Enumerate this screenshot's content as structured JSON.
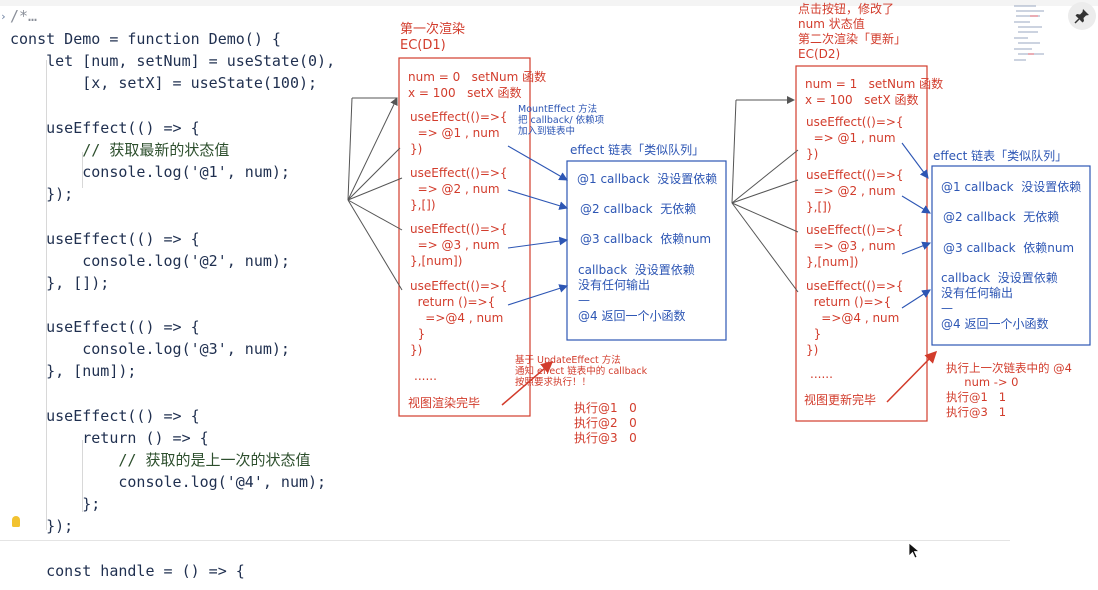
{
  "editor": {
    "fold_marker": "/*…",
    "lines": [
      "/*…",
      "const Demo = function Demo() {",
      "    let [num, setNum] = useState(0),",
      "        [x, setX] = useState(100);",
      "",
      "    useEffect(() => {",
      "        // 获取最新的状态值",
      "        console.log('@1', num);",
      "    });",
      "",
      "    useEffect(() => {",
      "        console.log('@2', num);",
      "    }, []);",
      "",
      "    useEffect(() => {",
      "        console.log('@3', num);",
      "    }, [num]);",
      "",
      "    useEffect(() => {",
      "        return () => {",
      "            // 获取的是上一次的状态值",
      "            console.log('@4', num);",
      "        };",
      "    });",
      "",
      "    const handle = () => {"
    ]
  },
  "left": {
    "title": "第一次渲染",
    "ec": "EC(D1)",
    "state1": "num = 0   setNum 函数",
    "state2": "x = 100   setX 函数",
    "effects": [
      [
        "useEffect(()=>{",
        "  => @1 , num",
        "})"
      ],
      [
        "useEffect(()=>{",
        "  => @2 , num",
        "},[])"
      ],
      [
        "useEffect(()=>{",
        "  => @3 , num",
        "},[num])"
      ],
      [
        "useEffect(()=>{",
        "  return ()=>{",
        "    =>@4 , num",
        "  }",
        "})"
      ]
    ],
    "dots": "......",
    "footer": "视图渲染完毕"
  },
  "mount_note": [
    "MountEffect 方法",
    "把 callback/ 依赖项",
    "加入到链表中"
  ],
  "list1": {
    "title": "effect 链表「类似队列」",
    "items": [
      "@1 callback  没设置依赖",
      "@2 callback  无依赖",
      "@3 callback  依赖num"
    ],
    "item4": [
      "callback  没设置依赖",
      "没有任何输出",
      "—",
      "@4 返回一个小函数"
    ]
  },
  "update_note": [
    "基于 UpdateEffect 方法",
    "通知 effect 链表中的 callback",
    "按照要求执行！！"
  ],
  "exec1": [
    "执行@1   0",
    "执行@2   0",
    "执行@3   0"
  ],
  "right": {
    "header": [
      "点击按钮，修改了",
      "num 状态值",
      "第二次渲染「更新」",
      "EC(D2)"
    ],
    "state1": "num = 1   setNum 函数",
    "state2": "x = 100   setX 函数",
    "effects": [
      [
        "useEffect(()=>{",
        "  => @1 , num",
        "})"
      ],
      [
        "useEffect(()=>{",
        "  => @2 , num",
        "},[])"
      ],
      [
        "useEffect(()=>{",
        "  => @3 , num",
        "},[num])"
      ],
      [
        "useEffect(()=>{",
        "  return ()=>{",
        "    =>@4 , num",
        "  }",
        "})"
      ]
    ],
    "dots": "......",
    "footer": "视图更新完毕"
  },
  "list2": {
    "title": "effect 链表「类似队列」",
    "items": [
      "@1 callback  没设置依赖",
      "@2 callback  无依赖",
      "@3 callback  依赖num"
    ],
    "item4": [
      "callback  没设置依赖",
      "没有任何输出",
      "—",
      "@4 返回一个小函数"
    ]
  },
  "exec2": [
    "执行上一次链表中的 @4",
    "     num -> 0",
    "执行@1   1",
    "执行@3   1"
  ],
  "colors": {
    "red": "#d23c2c",
    "blue": "#2d56b4"
  },
  "icons": [
    "pin-icon",
    "lightbulb-icon",
    "cursor-icon",
    "fold-icon"
  ]
}
